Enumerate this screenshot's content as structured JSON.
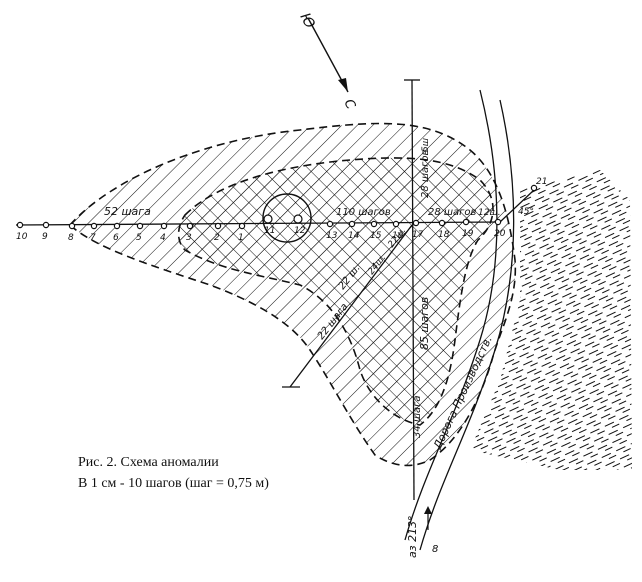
{
  "compass": {
    "north": "Ю",
    "south": "С"
  },
  "points": [
    "1",
    "2",
    "3",
    "4",
    "5",
    "6",
    "7",
    "8",
    "9",
    "10",
    "11",
    "12",
    "13",
    "14",
    "15",
    "16",
    "17",
    "18",
    "19",
    "20",
    "21"
  ],
  "labels": {
    "west_52": "52 шага",
    "east_110": "110 шагов",
    "east_28": "28 шагов",
    "east_12": "12ш.",
    "up_28": "28 шагов",
    "up_5": "5ш",
    "diag_22a": "22ш.",
    "diag_22b": "22 ш.",
    "diag_24": "24ш.",
    "sw_22": "22 шага",
    "down_85": "85 шагов",
    "down_34": "34 шага",
    "road": "Дорога Производств.",
    "angle": "45°",
    "azimuth": "аз 213°",
    "b_mark": "8"
  },
  "caption": {
    "line1": "Рис. 2. Схема аномалии",
    "line2": "В 1 см - 10 шагов (шаг = 0,75 м)"
  },
  "colors": {
    "ink": "#111111",
    "paper": "#ffffff"
  }
}
